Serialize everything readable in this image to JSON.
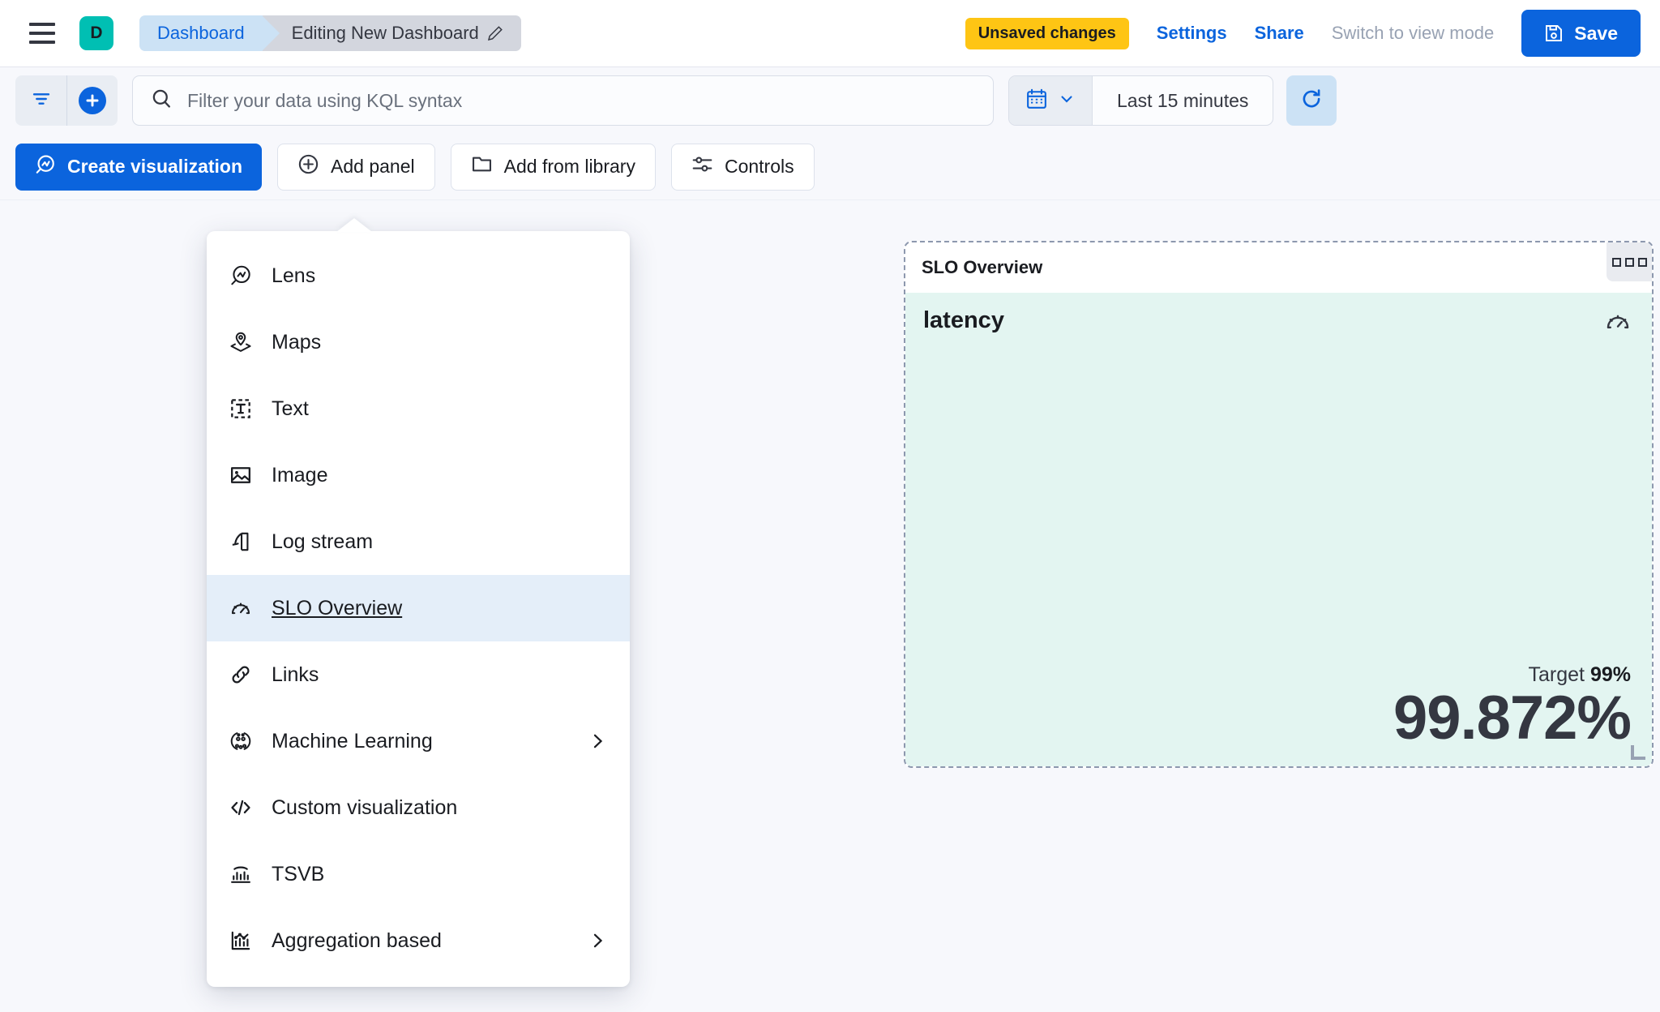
{
  "header": {
    "menu_icon": "hamburger-icon",
    "space_initial": "D",
    "breadcrumbs": [
      {
        "label": "Dashboard",
        "icon": ""
      },
      {
        "label": "Editing New Dashboard",
        "icon": "pencil-icon"
      }
    ],
    "unsaved_badge": "Unsaved changes",
    "settings_link": "Settings",
    "share_link": "Share",
    "view_mode_link": "Switch to view mode",
    "save_label": "Save",
    "save_icon": "save-disk-icon"
  },
  "querybar": {
    "filter_icon": "filter-icon",
    "add_filter_icon": "plus-circle-icon",
    "search_icon": "search-icon",
    "search_placeholder": "Filter your data using KQL syntax",
    "search_value": "",
    "calendar_icon": "calendar-icon",
    "calendar_chevron": "chevron-down-icon",
    "time_range": "Last 15 minutes",
    "refresh_icon": "refresh-icon"
  },
  "toolbar": {
    "create_visualization": "Create visualization",
    "create_visualization_icon": "lens-icon",
    "add_panel": "Add panel",
    "add_panel_icon": "plus-in-circle-icon",
    "add_from_library": "Add from library",
    "add_from_library_icon": "folder-icon",
    "controls": "Controls",
    "controls_icon": "sliders-icon"
  },
  "add_panel_menu": {
    "items": [
      {
        "label": "Lens",
        "icon": "lens-icon",
        "has_submenu": false,
        "selected": false
      },
      {
        "label": "Maps",
        "icon": "map-pin-layers-icon",
        "has_submenu": false,
        "selected": false
      },
      {
        "label": "Text",
        "icon": "text-box-icon",
        "has_submenu": false,
        "selected": false
      },
      {
        "label": "Image",
        "icon": "image-icon",
        "has_submenu": false,
        "selected": false
      },
      {
        "label": "Log stream",
        "icon": "log-stream-icon",
        "has_submenu": false,
        "selected": false
      },
      {
        "label": "SLO Overview",
        "icon": "gauge-icon",
        "has_submenu": false,
        "selected": true
      },
      {
        "label": "Links",
        "icon": "link-chain-icon",
        "has_submenu": false,
        "selected": false
      },
      {
        "label": "Machine Learning",
        "icon": "machine-learning-icon",
        "has_submenu": true,
        "selected": false
      },
      {
        "label": "Custom visualization",
        "icon": "code-brackets-icon",
        "has_submenu": false,
        "selected": false
      },
      {
        "label": "TSVB",
        "icon": "tsvb-chart-icon",
        "has_submenu": false,
        "selected": false
      },
      {
        "label": "Aggregation based",
        "icon": "aggregation-chart-icon",
        "has_submenu": true,
        "selected": false
      }
    ],
    "submenu_chevron_icon": "chevron-right-icon"
  },
  "panel": {
    "title": "SLO Overview",
    "context_menu_icon": "three-squares-icon",
    "slo_name": "latency",
    "slo_icon": "gauge-icon",
    "target_label": "Target",
    "target_value": "99%",
    "sli_value": "99.872%",
    "resize_handle_icon": "resize-corner-icon"
  },
  "colors": {
    "accent_blue": "#0B64DD",
    "space_teal": "#00BFB3",
    "warning_yellow": "#FEC514",
    "breadcrumb_active": "#CCE2F5",
    "breadcrumb_current": "#D3D6DE",
    "panel_healthy_bg": "#E3F5F1",
    "menu_selected_bg": "#E4EEF9",
    "page_bg": "#F7F8FC"
  }
}
